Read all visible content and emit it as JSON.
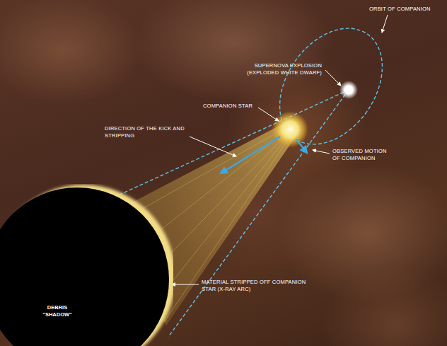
{
  "diagram": {
    "nodes": [
      {
        "text": [
          "DEBRIS \"SHADOW\""
        ]
      }
    ],
    "labels": [
      "ORBIT OF COMPANION",
      "SUPERNOVA EXPLOSION (EXPLODED WHITE DWARF)",
      "COMPANION STAR",
      "DIRECTION OF THE KICK AND STRIPPING",
      "OBSERVED MOTION OF COMPANION",
      "MATERIAL STRIPPED OFF COMPANION STAR (X-RAY ARC)"
    ]
  }
}
